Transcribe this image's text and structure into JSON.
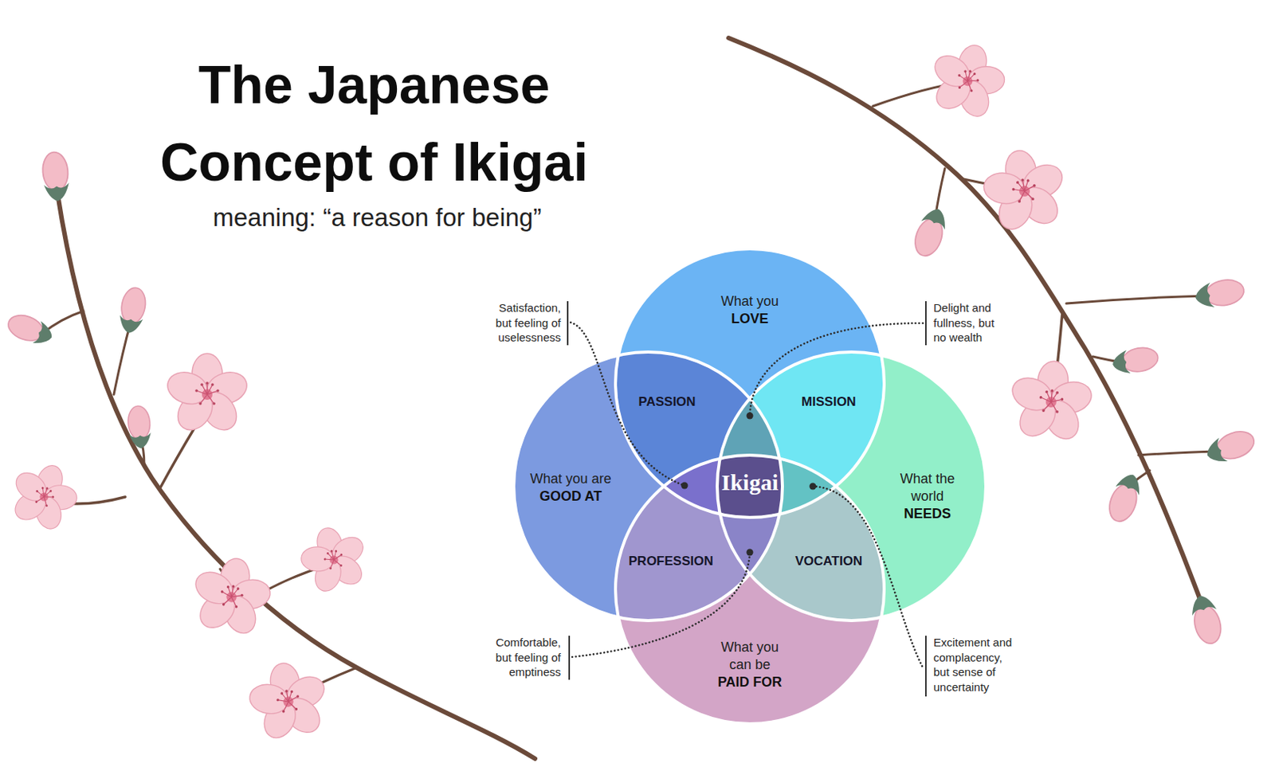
{
  "diagram": {
    "title": "The Japanese Concept of Ikigai",
    "caption": "meaning: “a reason for being”",
    "nodes": [
      {
        "text": [
          "What you",
          "LOVE"
        ]
      },
      {
        "text": [
          "PASSION"
        ]
      },
      {
        "text": [
          "MISSION"
        ]
      },
      {
        "text": [
          "What you are",
          "GOOD AT"
        ]
      },
      {
        "text": [
          "Ikigai"
        ]
      },
      {
        "text": [
          "What the world",
          "NEEDS"
        ]
      },
      {
        "text": [
          "PROFESSION"
        ]
      },
      {
        "text": [
          "VOCATION"
        ]
      },
      {
        "text": [
          "What you can be",
          "PAID FOR"
        ]
      }
    ],
    "labels": [
      "Satisfaction, but feeling of uselessness",
      "Delight and fullness, but no wealth",
      "Comfortable, but feeling of emptiness",
      "Excitement and complacency, but sense of uncertainty"
    ]
  }
}
